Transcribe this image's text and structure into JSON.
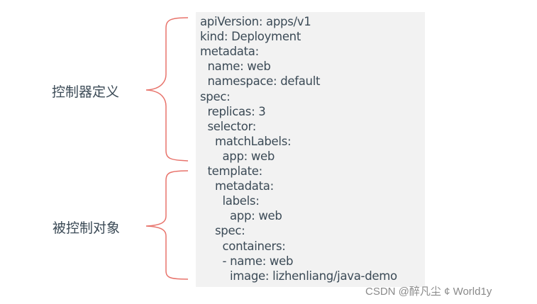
{
  "labels": {
    "controller_definition": "控制器定义",
    "controlled_object": "被控制对象"
  },
  "code_lines": [
    {
      "indent": 0,
      "text": "apiVersion: apps/v1"
    },
    {
      "indent": 0,
      "text": "kind: Deployment"
    },
    {
      "indent": 0,
      "text": "metadata:"
    },
    {
      "indent": 1,
      "text": "name: web"
    },
    {
      "indent": 1,
      "text": "namespace: default"
    },
    {
      "indent": 0,
      "text": "spec:"
    },
    {
      "indent": 1,
      "text": "replicas: 3"
    },
    {
      "indent": 1,
      "text": "selector:"
    },
    {
      "indent": 2,
      "text": "matchLabels:"
    },
    {
      "indent": 3,
      "text": "app: web"
    },
    {
      "indent": 1,
      "text": "template:"
    },
    {
      "indent": 2,
      "text": "metadata:"
    },
    {
      "indent": 3,
      "text": "labels:"
    },
    {
      "indent": 4,
      "text": "app: web"
    },
    {
      "indent": 2,
      "text": "spec:"
    },
    {
      "indent": 3,
      "text": "containers:"
    },
    {
      "indent": 3,
      "text": "- name: web"
    },
    {
      "indent": 4,
      "text": "image: lizhenliang/java-demo"
    }
  ],
  "colors": {
    "brace": "#e8736b",
    "text": "#3b4a56",
    "code_bg": "#f2f2f2"
  },
  "watermark": "CSDN @醉凡尘 ¢ World1y"
}
